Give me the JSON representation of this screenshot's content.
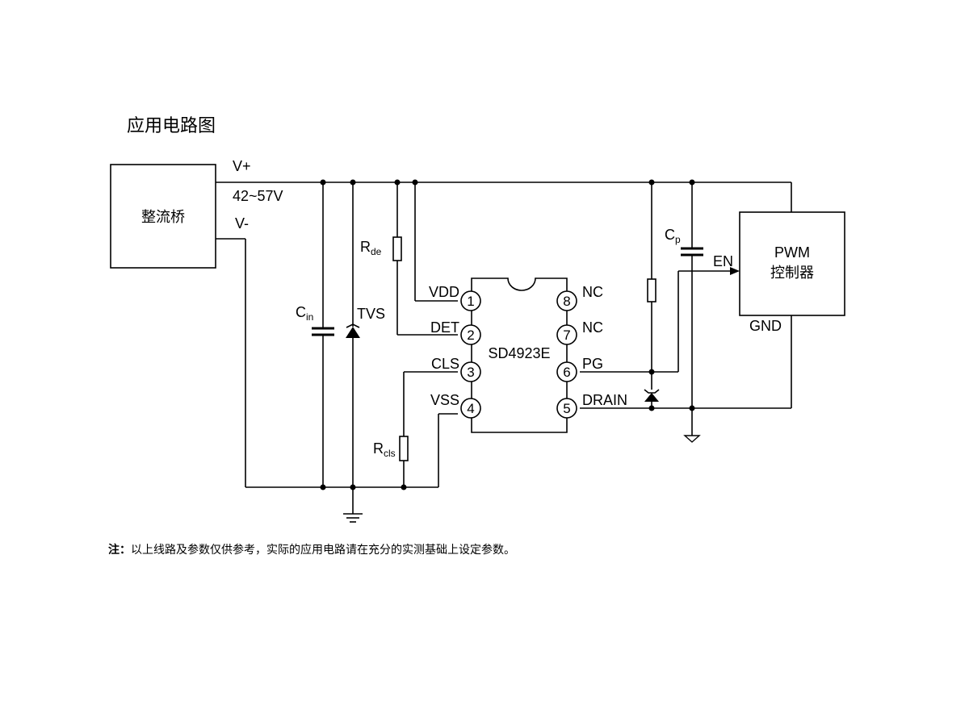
{
  "title": "应用电路图",
  "note": {
    "prefix": "注：",
    "text": "以上线路及参数仅供参考，实际的应用电路请在充分的实测基础上设定参数。"
  },
  "bridge": {
    "label": "整流桥"
  },
  "supply": {
    "vplus": "V+",
    "voltage": "42~57V",
    "vminus": "V-"
  },
  "components": {
    "rde": {
      "main": "R",
      "sub": "de"
    },
    "rcls": {
      "main": "R",
      "sub": "cls"
    },
    "cin": {
      "main": "C",
      "sub": "in"
    },
    "cp": {
      "main": "C",
      "sub": "p"
    },
    "tvs": "TVS"
  },
  "chip": {
    "name": "SD4923E",
    "pins": [
      {
        "num": "1",
        "label": "VDD"
      },
      {
        "num": "2",
        "label": "DET"
      },
      {
        "num": "3",
        "label": "CLS"
      },
      {
        "num": "4",
        "label": "VSS"
      },
      {
        "num": "8",
        "label": "NC"
      },
      {
        "num": "7",
        "label": "NC"
      },
      {
        "num": "6",
        "label": "PG"
      },
      {
        "num": "5",
        "label": "DRAIN"
      }
    ]
  },
  "pwm": {
    "line1": "PWM",
    "line2": "控制器",
    "en": "EN",
    "gnd": "GND"
  }
}
